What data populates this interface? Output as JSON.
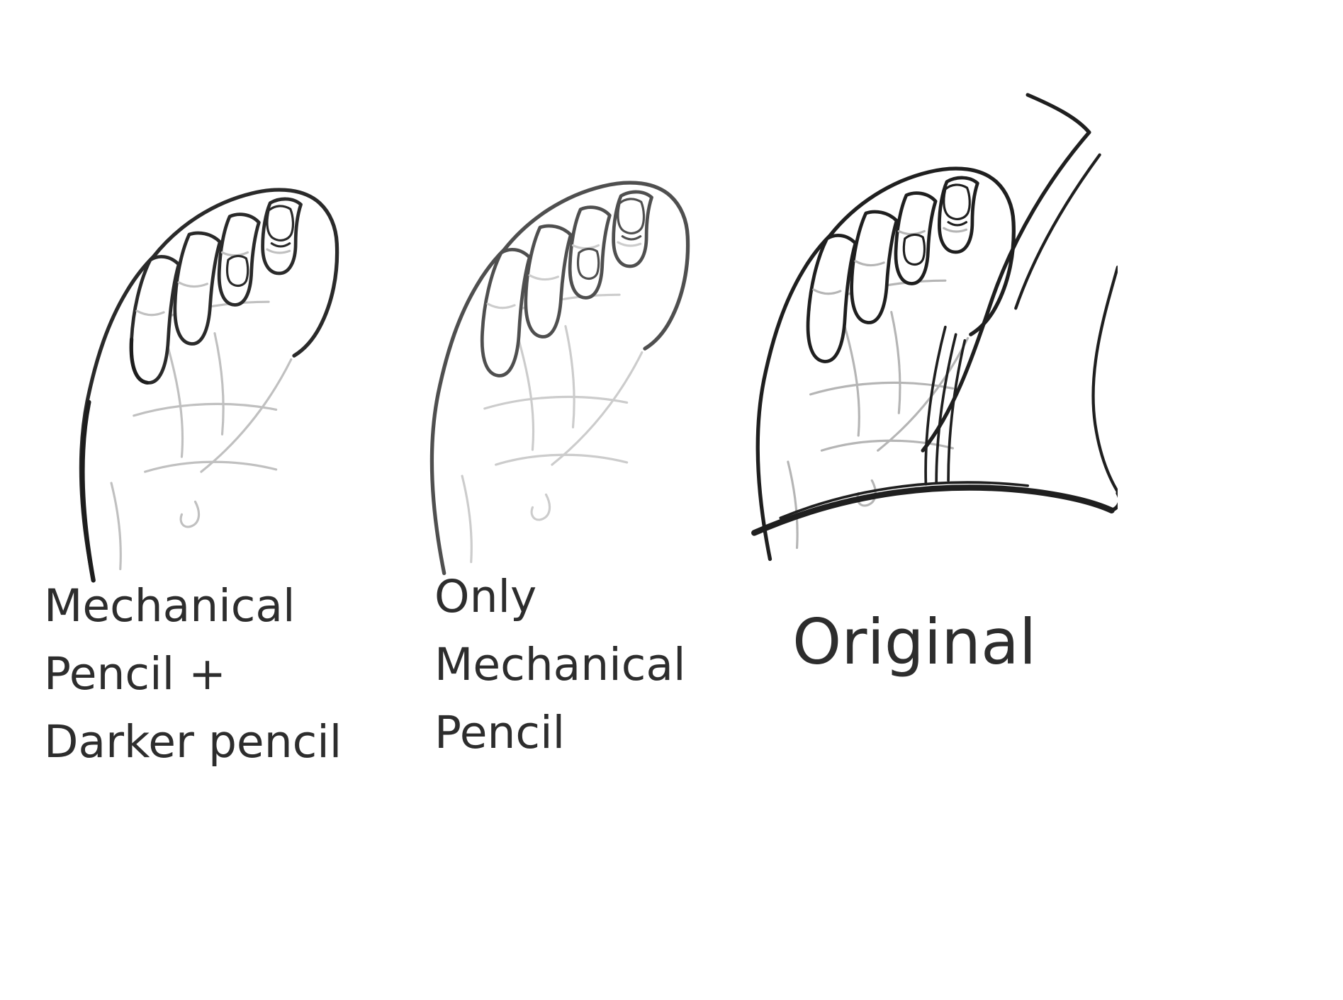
{
  "figure": {
    "description_panels": 3
  },
  "colors": {
    "paper": "#ffffff",
    "ink_dark": "#232323",
    "ink_medium": "#4f4f4f",
    "sketch_gray": "#c3c3c3",
    "text": "#2d2d2d"
  },
  "panels": [
    {
      "id": "mechanical-plus-darker",
      "drawing": "hand-sketch-mechanical-plus-darker",
      "caption_lines": [
        "Mechanical",
        "Pencil +",
        "Darker pencil"
      ]
    },
    {
      "id": "mechanical-only",
      "drawing": "hand-sketch-mechanical-only",
      "caption_lines": [
        "Only",
        "Mechanical",
        "Pencil"
      ]
    },
    {
      "id": "original",
      "drawing": "hand-sketch-original",
      "caption_lines": [
        "Original"
      ]
    }
  ]
}
